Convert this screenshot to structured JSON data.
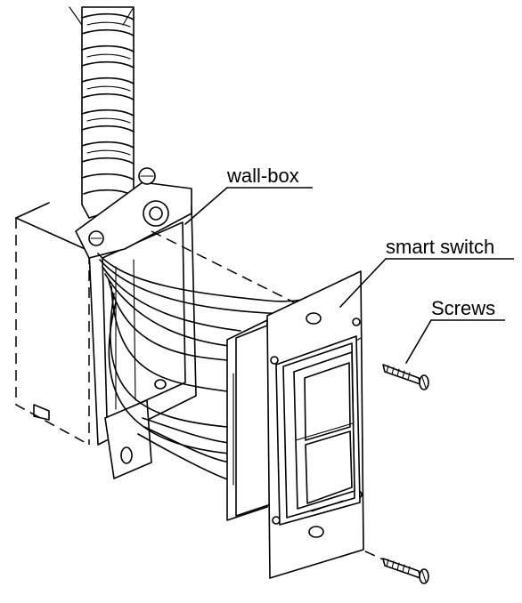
{
  "labels": {
    "wall_box": "wall-box",
    "smart_switch": "smart switch",
    "screws": "Screws"
  }
}
